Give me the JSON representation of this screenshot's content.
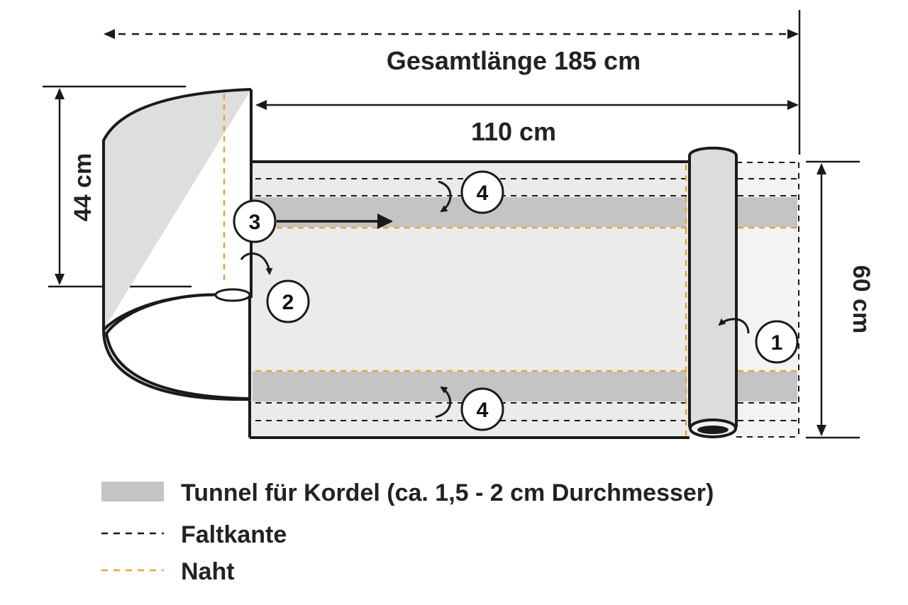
{
  "dimensions": {
    "total_length": "Gesamtlänge 185 cm",
    "body_length": "110 cm",
    "hood_height": "44 cm",
    "body_width": "60 cm"
  },
  "steps": {
    "step1": "1",
    "step2": "2",
    "step3": "3",
    "step4_top": "4",
    "step4_bottom": "4"
  },
  "legend": {
    "tunnel": "Tunnel für Kordel (ca. 1,5 - 2 cm Durchmesser)",
    "fold": "Faltkante",
    "seam": "Naht"
  },
  "colors": {
    "outline": "#1a1a1a",
    "fabric": "#ebebeb",
    "tunnel": "#c4c4c4",
    "seam": "#e8a33d",
    "fold": "#1a1a1a"
  }
}
